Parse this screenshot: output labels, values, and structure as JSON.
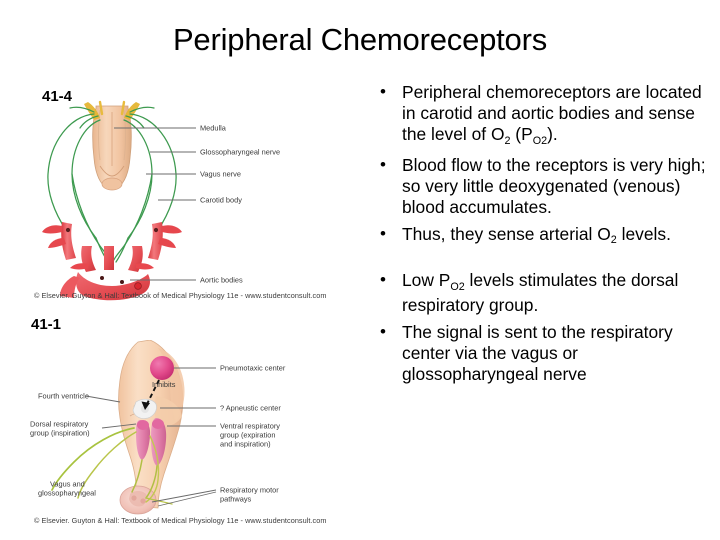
{
  "slide": {
    "title": "Peripheral Chemoreceptors",
    "background_color": "#ffffff",
    "text_color": "#000000"
  },
  "bullets": [
    {
      "id": "bullet-1",
      "marker": "•",
      "text_plain": "Peripheral chemoreceptors are located in carotid and aortic bodies and sense the level of O2 (PO2).",
      "segments": [
        {
          "t": "Peripheral chemoreceptors are located in carotid and aortic bodies and sense the level of O"
        },
        {
          "t": "2",
          "sub": true
        },
        {
          "t": " (P"
        },
        {
          "t": "O2",
          "sub": true
        },
        {
          "t": ")."
        }
      ]
    },
    {
      "id": "bullet-2",
      "marker": "•",
      "text_plain": "Blood flow to the receptors is very high; so very little deoxygenated (venous) blood accumulates.",
      "segments": [
        {
          "t": "Blood flow to the receptors is very high; so very little deoxygenated (venous) blood accumulates."
        }
      ]
    },
    {
      "id": "bullet-3",
      "marker": "•",
      "text_plain": "Thus, they sense arterial O2 levels.",
      "segments": [
        {
          "t": "Thus, they sense arterial O"
        },
        {
          "t": "2",
          "sub": true
        },
        {
          "t": " levels."
        }
      ]
    },
    {
      "id": "bullet-4",
      "marker": "•",
      "spaced_before": true,
      "text_plain": "Low PO2 levels stimulates the dorsal respiratory group.",
      "segments": [
        {
          "t": "Low P"
        },
        {
          "t": "O2",
          "sub": true
        },
        {
          "t": " levels stimulates the dorsal respiratory group."
        }
      ]
    },
    {
      "id": "bullet-5",
      "marker": "•",
      "text_plain": "The signal is sent to the respiratory center via the vagus or glossopharyngeal nerve",
      "segments": [
        {
          "t": "The signal is sent to the respiratory center via the vagus or glossopharyngeal nerve"
        }
      ]
    }
  ],
  "figures": {
    "top": {
      "number": "41-4",
      "copyright": "© Elsevier. Guyton & Hall: Textbook of Medical Physiology 11e - www.studentconsult.com",
      "labels": [
        {
          "id": "medulla",
          "text": "Medulla"
        },
        {
          "id": "glossopharyngeal-nerve",
          "text": "Glossopharyngeal nerve"
        },
        {
          "id": "vagus-nerve",
          "text": "Vagus nerve"
        },
        {
          "id": "carotid-body",
          "text": "Carotid body"
        },
        {
          "id": "aortic-bodies",
          "text": "Aortic bodies"
        }
      ],
      "colors": {
        "brainstem": "#f3c9ab",
        "brainstem_edge": "#d9a883",
        "nerve_green": "#3d9a4f",
        "artery_red": "#e8474c",
        "artery_red_light": "#f07b7f",
        "nucleus_yellow": "#e8b833"
      }
    },
    "bottom": {
      "number": "41-1",
      "copyright": "© Elsevier. Guyton & Hall: Textbook of Medical Physiology 11e - www.studentconsult.com",
      "labels": [
        {
          "id": "pneumotaxic-center",
          "text": "Pneumotaxic center"
        },
        {
          "id": "inhibits",
          "text": "Inhibits"
        },
        {
          "id": "fourth-ventricle",
          "text": "Fourth ventricle"
        },
        {
          "id": "apneustic-center",
          "text": "? Apneustic center"
        },
        {
          "id": "dorsal-respiratory-group",
          "text": "Dorsal respiratory\ngroup (inspiration)",
          "line1": "Dorsal respiratory",
          "line2": "group (inspiration)"
        },
        {
          "id": "ventral-respiratory-group",
          "text": "Ventral respiratory group (expiration and inspiration)",
          "line1": "Ventral respiratory",
          "line2": "group (expiration",
          "line3": "and inspiration)"
        },
        {
          "id": "vagus-and-glossopharyngeal",
          "text": "Vagus and\nglossopharyngeal",
          "line1": "Vagus and",
          "line2": "glossopharyngeal"
        },
        {
          "id": "respiratory-motor-pathways",
          "text": "Respiratory motor\npathways",
          "line1": "Respiratory motor",
          "line2": "pathways"
        }
      ],
      "colors": {
        "brainstem": "#f6cfae",
        "brainstem_edge": "#e0b38f",
        "pneumotaxic_pink": "#e24a8b",
        "respiratory_pink": "#e07ca8",
        "nerve_olive": "#b9c54a",
        "nerve_green": "#8fbf3f",
        "cord_pink": "#f0bfb5"
      }
    }
  }
}
